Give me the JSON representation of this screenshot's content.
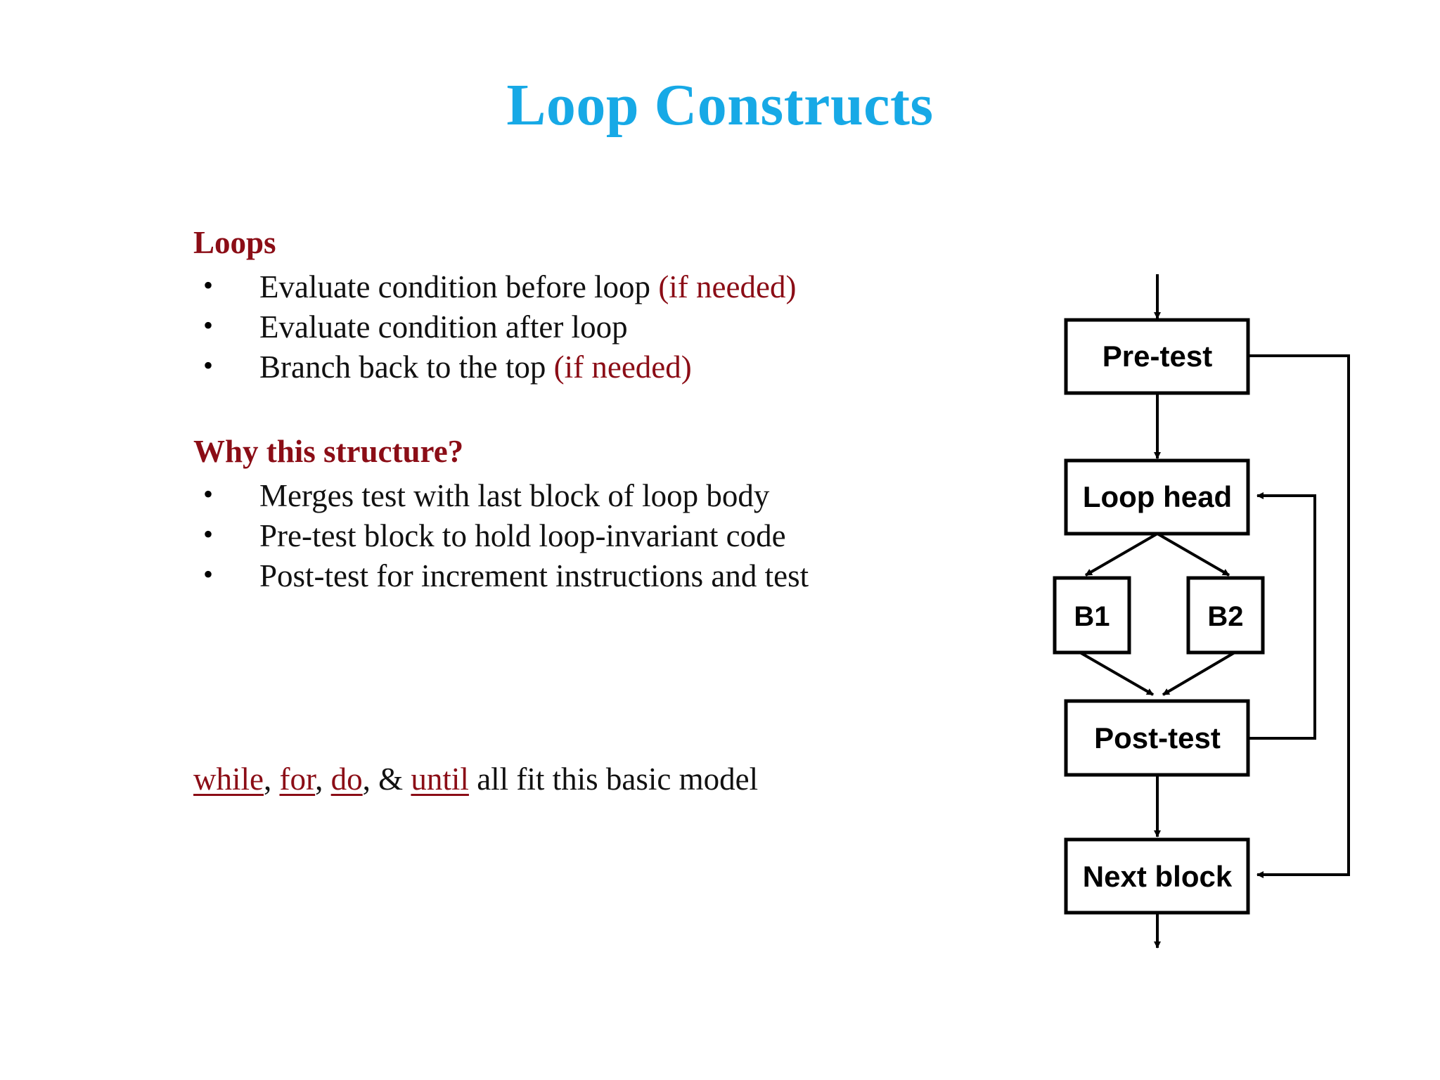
{
  "slide": {
    "title": "Loop Constructs",
    "title_color": "#17a9e6",
    "accent_color": "#8b0d16",
    "background": "#ffffff"
  },
  "sections": [
    {
      "heading": "Loops",
      "bullets": [
        {
          "text": "Evaluate condition before loop ",
          "note": "(if needed)"
        },
        {
          "text": "Evaluate condition after loop",
          "note": ""
        },
        {
          "text": "Branch back to the top ",
          "note": "(if needed)"
        }
      ]
    },
    {
      "heading": "Why this structure?",
      "bullets": [
        {
          "text": "Merges test with last block of loop body",
          "note": ""
        },
        {
          "text": "Pre-test block to hold loop-invariant code",
          "note": ""
        },
        {
          "text": "Post-test for increment instructions and test",
          "note": ""
        }
      ]
    }
  ],
  "footer": {
    "keywords": [
      "while",
      "for",
      "do",
      "until"
    ],
    "sep1": ", ",
    "sep2": ", ",
    "sep3": ", & ",
    "tail": " all fit this basic model"
  },
  "bullet_glyph": "•",
  "diagram": {
    "type": "flowchart",
    "title": "loop control-flow graph",
    "nodes": [
      {
        "id": "pre-test",
        "label": "Pre-test"
      },
      {
        "id": "loop-head",
        "label": "Loop head"
      },
      {
        "id": "b1",
        "label": "B1"
      },
      {
        "id": "b2",
        "label": "B2"
      },
      {
        "id": "post-test",
        "label": "Post-test"
      },
      {
        "id": "next-block",
        "label": "Next block"
      }
    ],
    "edges": [
      {
        "from": "entry",
        "to": "pre-test"
      },
      {
        "from": "pre-test",
        "to": "loop-head"
      },
      {
        "from": "pre-test",
        "to": "next-block"
      },
      {
        "from": "loop-head",
        "to": "b1"
      },
      {
        "from": "loop-head",
        "to": "b2"
      },
      {
        "from": "b1",
        "to": "post-test"
      },
      {
        "from": "b2",
        "to": "post-test"
      },
      {
        "from": "post-test",
        "to": "next-block"
      },
      {
        "from": "post-test",
        "to": "loop-head"
      },
      {
        "from": "next-block",
        "to": "exit"
      }
    ]
  }
}
